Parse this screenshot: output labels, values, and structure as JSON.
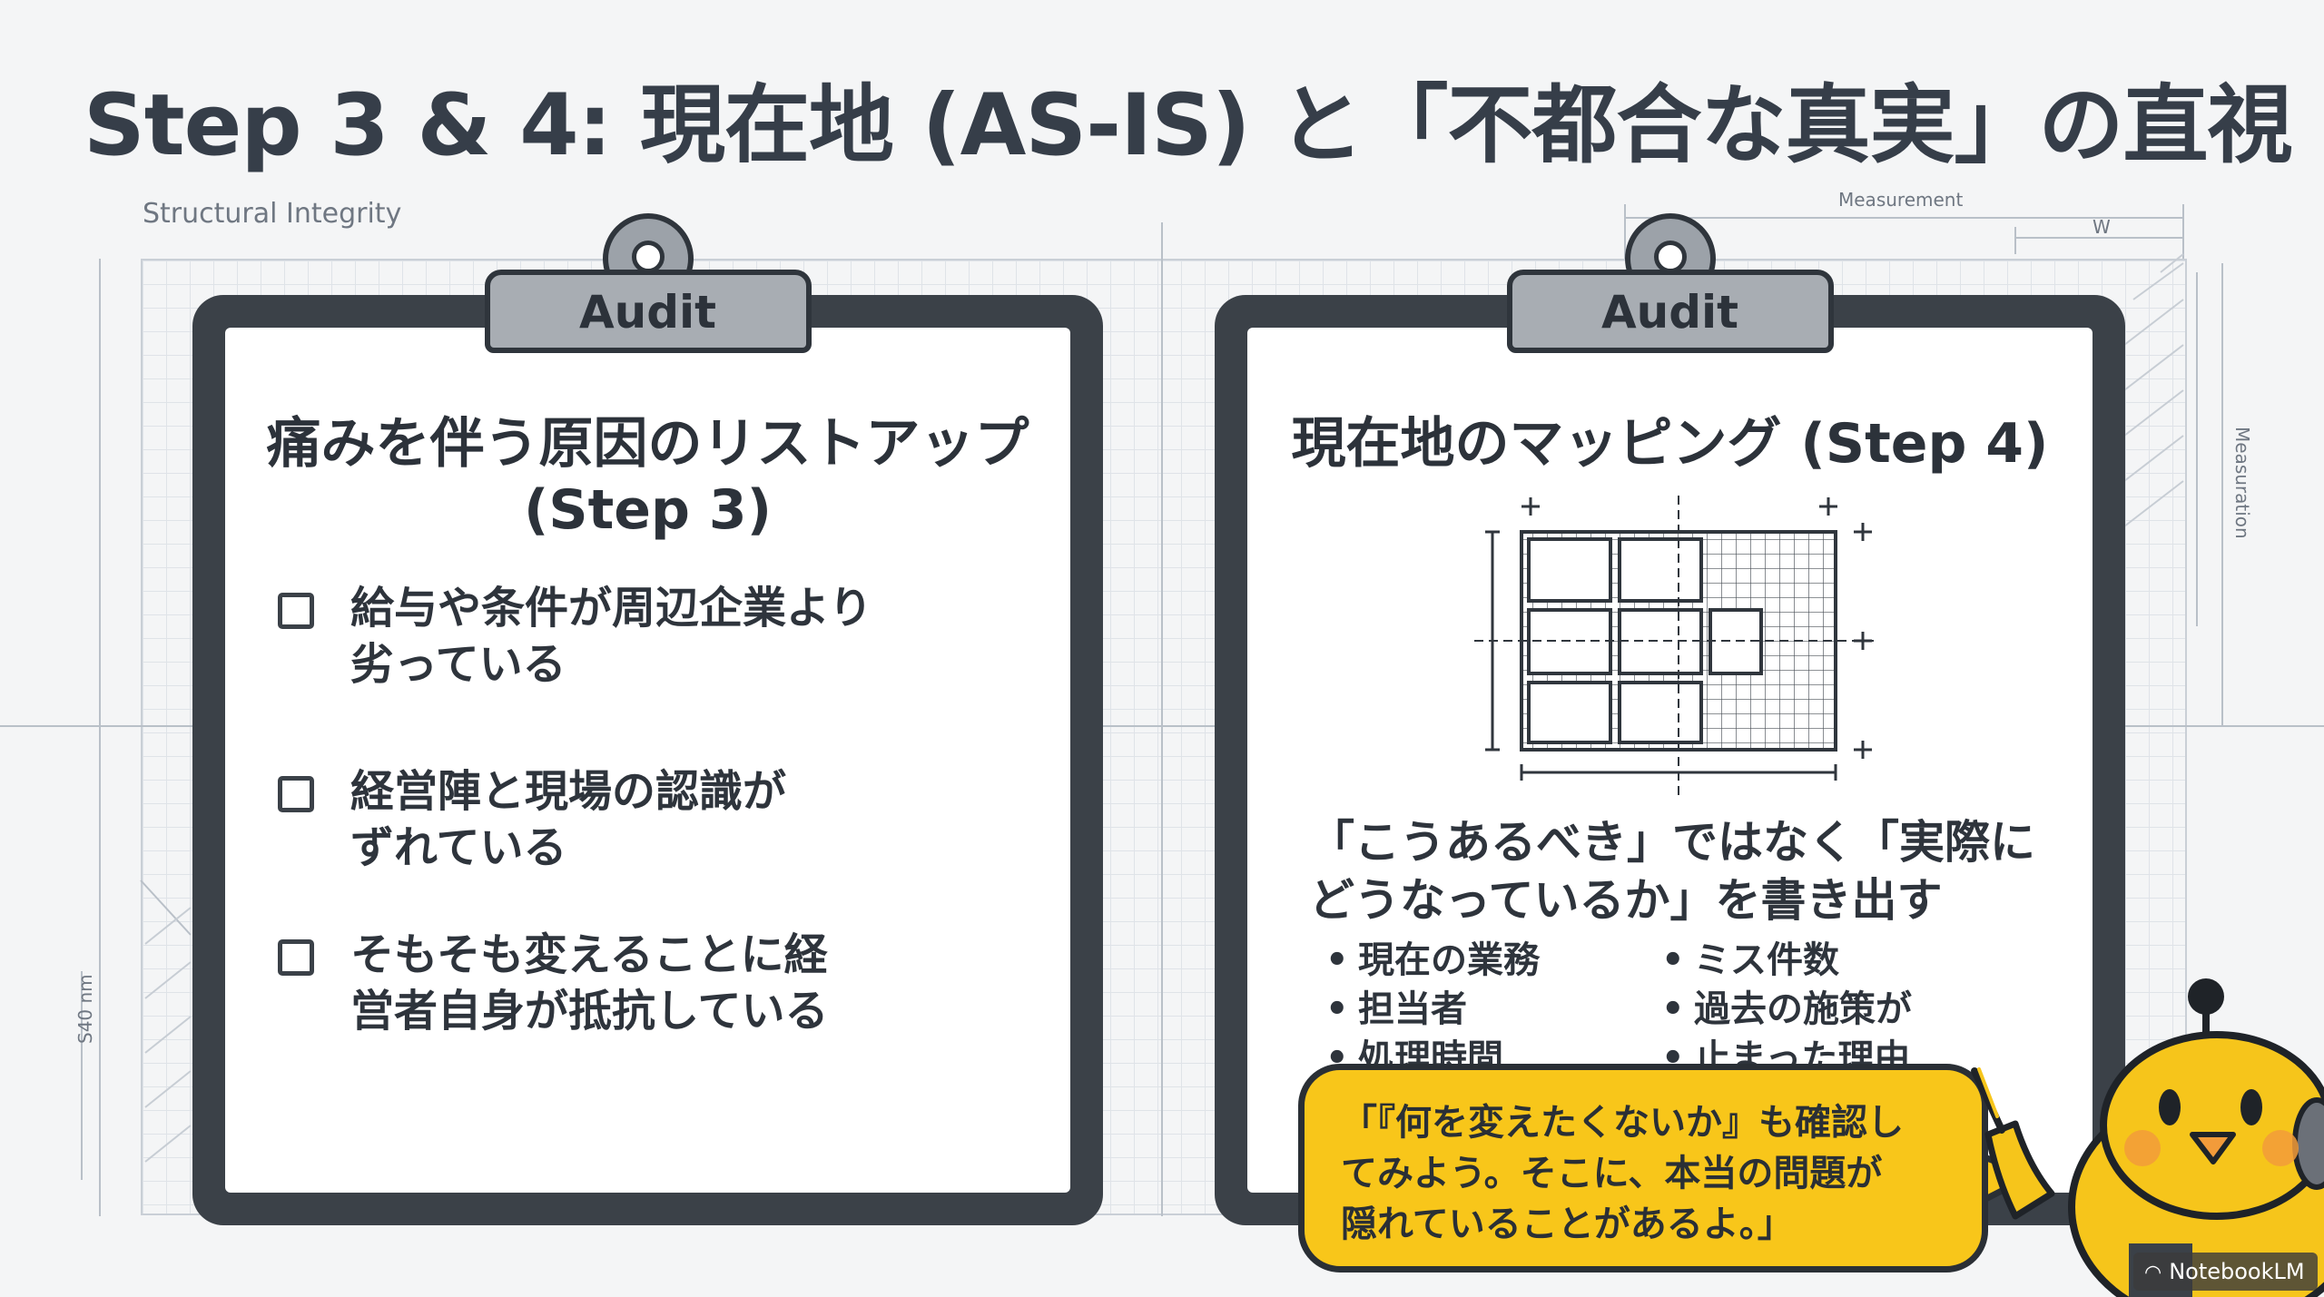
{
  "title": "Step 3 & 4: 現在地 (AS-IS) と「不都合な真実」の直視",
  "annotations": {
    "structural": "Structural Integrity",
    "measurement_top": "Measurement",
    "measurement_w": "W",
    "measurement_side": "Measuration",
    "dim_bottom_left": "S40 nm"
  },
  "left_panel": {
    "tab": "Audit",
    "title_line1": "痛みを伴う原因のリストアップ",
    "title_line2": "(Step 3)",
    "items": [
      {
        "line1": "給与や条件が周辺企業より",
        "line2": "劣っている"
      },
      {
        "line1": "経営陣と現場の認識が",
        "line2": "ずれている"
      },
      {
        "line1": "そもそも変えることに経",
        "line2": "営者自身が抵抗している"
      }
    ]
  },
  "right_panel": {
    "tab": "Audit",
    "title": "現在地のマッピング (Step 4)",
    "quote_line1": "「こうあるべき」ではなく「実際に",
    "quote_line2": "どうなっているか」を書き出す",
    "bullets_left": [
      "現在の業務",
      "担当者",
      "処理時間"
    ],
    "bullets_right": [
      "ミス件数",
      "過去の施策が",
      "止まった理由"
    ]
  },
  "bubble": {
    "line1": "「『何を変えたくないか』も確認し",
    "line2": "てみよう。そこに、本当の問題が",
    "line3": "隠れていることがあるよ。」"
  },
  "watermark": "NotebookLM",
  "colors": {
    "frame": "#3b4148",
    "bubble": "#f8c61a",
    "mascot": "#f6c51b",
    "text": "#363e49"
  }
}
